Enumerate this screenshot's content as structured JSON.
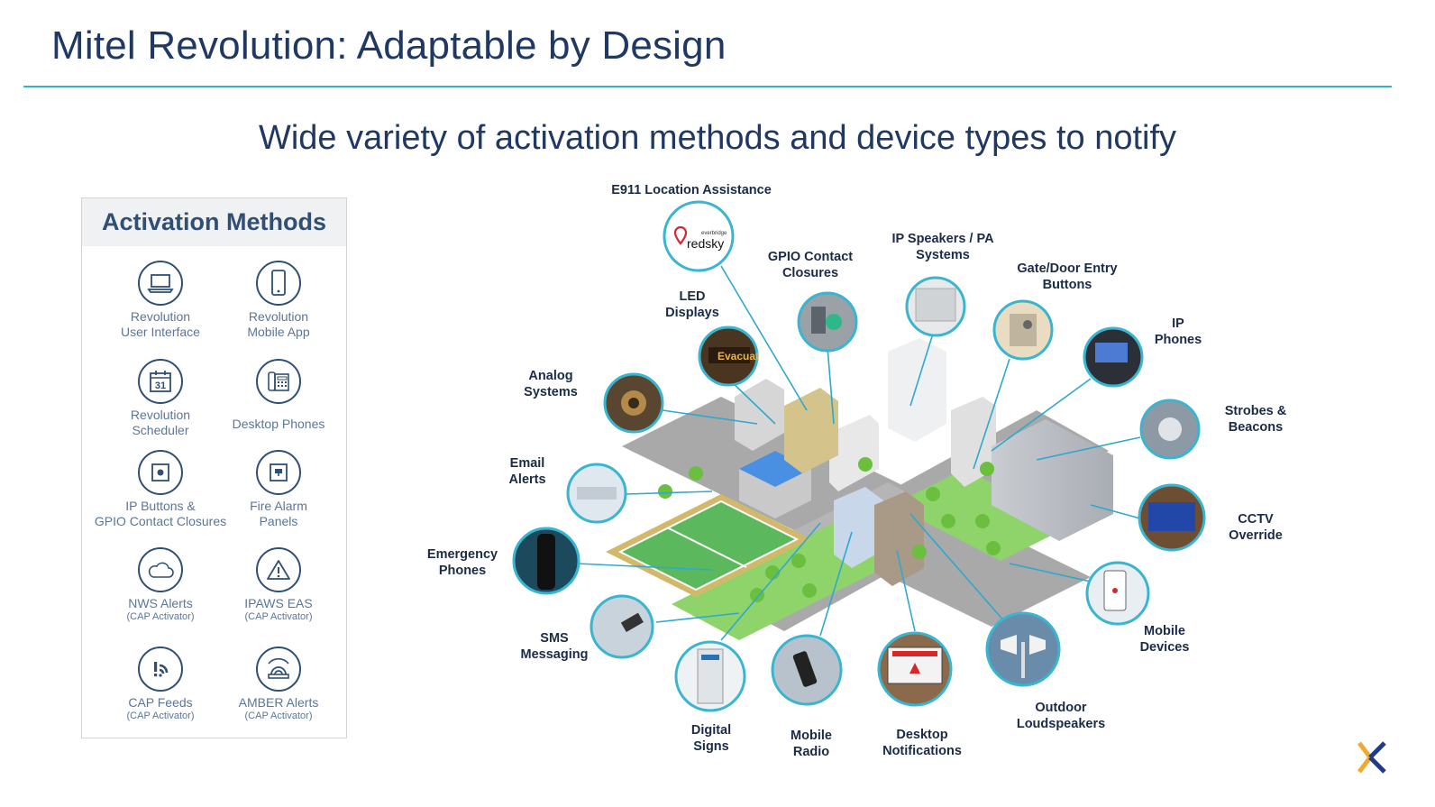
{
  "title": "Mitel Revolution: Adaptable by Design",
  "subtitle": "Wide variety of activation methods and device types to notify",
  "colors": {
    "title": "#1f3864",
    "rule": "#33b3c6",
    "circle_border": "#38b5d0",
    "road": "#a9a9a9",
    "grass": "#8fd46a"
  },
  "panel": {
    "title": "Activation Methods",
    "items": [
      {
        "icon": "laptop-icon",
        "line1": "Revolution",
        "line2": "User Interface",
        "sub": ""
      },
      {
        "icon": "mobile-phone-icon",
        "line1": "Revolution",
        "line2": "Mobile App",
        "sub": ""
      },
      {
        "icon": "calendar-icon",
        "line1": "Revolution",
        "line2": "Scheduler",
        "sub": "",
        "glyph": "31"
      },
      {
        "icon": "desk-phone-icon",
        "line1": "Desktop Phones",
        "line2": "",
        "sub": ""
      },
      {
        "icon": "ip-button-icon",
        "line1": "IP Buttons &",
        "line2": "GPIO Contact Closures",
        "sub": ""
      },
      {
        "icon": "fire-alarm-icon",
        "line1": "Fire Alarm",
        "line2": "Panels",
        "sub": ""
      },
      {
        "icon": "cloud-icon",
        "line1": "NWS Alerts",
        "line2": "",
        "sub": "(CAP Activator)"
      },
      {
        "icon": "warning-icon",
        "line1": "IPAWS EAS",
        "line2": "",
        "sub": "(CAP Activator)"
      },
      {
        "icon": "cap-feed-icon",
        "line1": "CAP Feeds",
        "line2": "",
        "sub": "(CAP Activator)"
      },
      {
        "icon": "amber-alert-icon",
        "line1": "AMBER Alerts",
        "line2": "",
        "sub": "(CAP Activator)"
      }
    ]
  },
  "devices": [
    {
      "icon": "redsky-logo-icon",
      "line1": "E911 Location Assistance",
      "line2": "",
      "logo_small": "everbridge",
      "logo_big": "redsky"
    },
    {
      "icon": "led-display-icon",
      "line1": "LED",
      "line2": "Displays",
      "glyph": "Evacuat"
    },
    {
      "icon": "gpio-contact-icon",
      "line1": "GPIO Contact",
      "line2": "Closures"
    },
    {
      "icon": "ip-speaker-icon",
      "line1": "IP Speakers / PA",
      "line2": "Systems"
    },
    {
      "icon": "door-entry-icon",
      "line1": "Gate/Door Entry",
      "line2": "Buttons"
    },
    {
      "icon": "ip-phone-icon",
      "line1": "IP",
      "line2": "Phones"
    },
    {
      "icon": "analog-horn-icon",
      "line1": "Analog",
      "line2": "Systems"
    },
    {
      "icon": "strobe-icon",
      "line1": "Strobes &",
      "line2": "Beacons"
    },
    {
      "icon": "email-keyboard-icon",
      "line1": "Email",
      "line2": "Alerts"
    },
    {
      "icon": "cctv-monitor-icon",
      "line1": "CCTV",
      "line2": "Override"
    },
    {
      "icon": "emergency-phone-icon",
      "line1": "Emergency",
      "line2": "Phones"
    },
    {
      "icon": "mobile-device-icon",
      "line1": "Mobile",
      "line2": "Devices"
    },
    {
      "icon": "sms-hand-icon",
      "line1": "SMS",
      "line2": "Messaging"
    },
    {
      "icon": "digital-sign-icon",
      "line1": "Digital",
      "line2": "Signs"
    },
    {
      "icon": "mobile-radio-icon",
      "line1": "Mobile",
      "line2": "Radio"
    },
    {
      "icon": "desktop-notification-icon",
      "line1": "Desktop",
      "line2": "Notifications"
    },
    {
      "icon": "loudspeaker-icon",
      "line1": "Outdoor",
      "line2": "Loudspeakers"
    }
  ]
}
